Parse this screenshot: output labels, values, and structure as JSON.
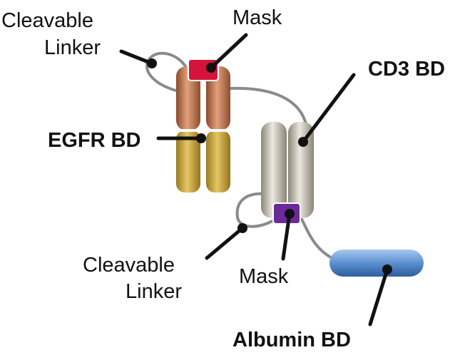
{
  "labels": {
    "cleavable_linker_top": [
      "Cleavable",
      "Linker"
    ],
    "mask_top": "Mask",
    "cd3_bd": "CD3 BD",
    "egfr_bd": "EGFR BD",
    "cleavable_linker_bottom": [
      "Cleavable",
      "Linker"
    ],
    "mask_bottom": "Mask",
    "albumin_bd": "Albumin BD"
  },
  "colors": {
    "mask_top": "#d4143a",
    "mask_bottom": "#6a2a9a",
    "egfr_upper": "#c97a55",
    "egfr_lower": "#c9a338",
    "cd3": "#bdb7a8",
    "albumin": "#5b8fd0",
    "linker": "#8a8a8a"
  }
}
